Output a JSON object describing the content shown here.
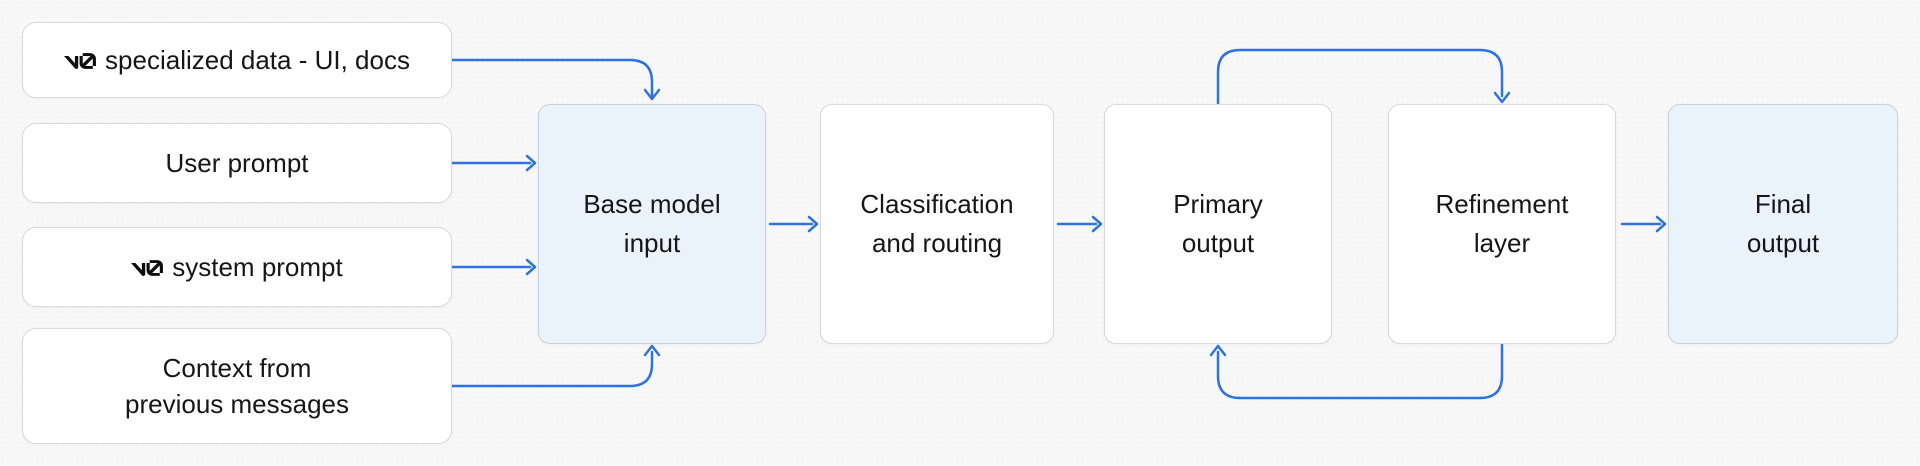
{
  "colors": {
    "background": "#f8f8f8",
    "arrow_blue": "#2e73e2",
    "box_bg": "#ffffff",
    "box_border": "#d9d9d9",
    "highlight_bg": "#eaf2fb",
    "highlight_border": "#c9d1dc",
    "text": "#161616"
  },
  "inputs": [
    {
      "id": "specialized-data",
      "icon": "v0-logo",
      "label": "specialized data - UI, docs"
    },
    {
      "id": "user-prompt",
      "label": "User prompt"
    },
    {
      "id": "system-prompt",
      "icon": "v0-logo",
      "label": "system prompt"
    },
    {
      "id": "context-previous-messages",
      "lines": [
        "Context from",
        "previous messages"
      ]
    }
  ],
  "stages": [
    {
      "id": "base-model-input",
      "lines": [
        "Base model",
        "input"
      ],
      "highlighted": true
    },
    {
      "id": "classification-routing",
      "lines": [
        "Classification",
        "and routing"
      ],
      "highlighted": false
    },
    {
      "id": "primary-output",
      "lines": [
        "Primary",
        "output"
      ],
      "highlighted": false
    },
    {
      "id": "refinement-layer",
      "lines": [
        "Refinement",
        "layer"
      ],
      "highlighted": false
    },
    {
      "id": "final-output",
      "lines": [
        "Final",
        "output"
      ],
      "highlighted": true
    }
  ],
  "connections": [
    {
      "from": "specialized-data",
      "to": "base-model-input"
    },
    {
      "from": "user-prompt",
      "to": "base-model-input"
    },
    {
      "from": "system-prompt",
      "to": "base-model-input"
    },
    {
      "from": "context-previous-messages",
      "to": "base-model-input"
    },
    {
      "from": "base-model-input",
      "to": "classification-routing"
    },
    {
      "from": "classification-routing",
      "to": "primary-output"
    },
    {
      "from": "primary-output",
      "to": "refinement-layer",
      "route": "top-loop"
    },
    {
      "from": "refinement-layer",
      "to": "primary-output",
      "route": "bottom-loop"
    },
    {
      "from": "refinement-layer",
      "to": "final-output"
    }
  ]
}
